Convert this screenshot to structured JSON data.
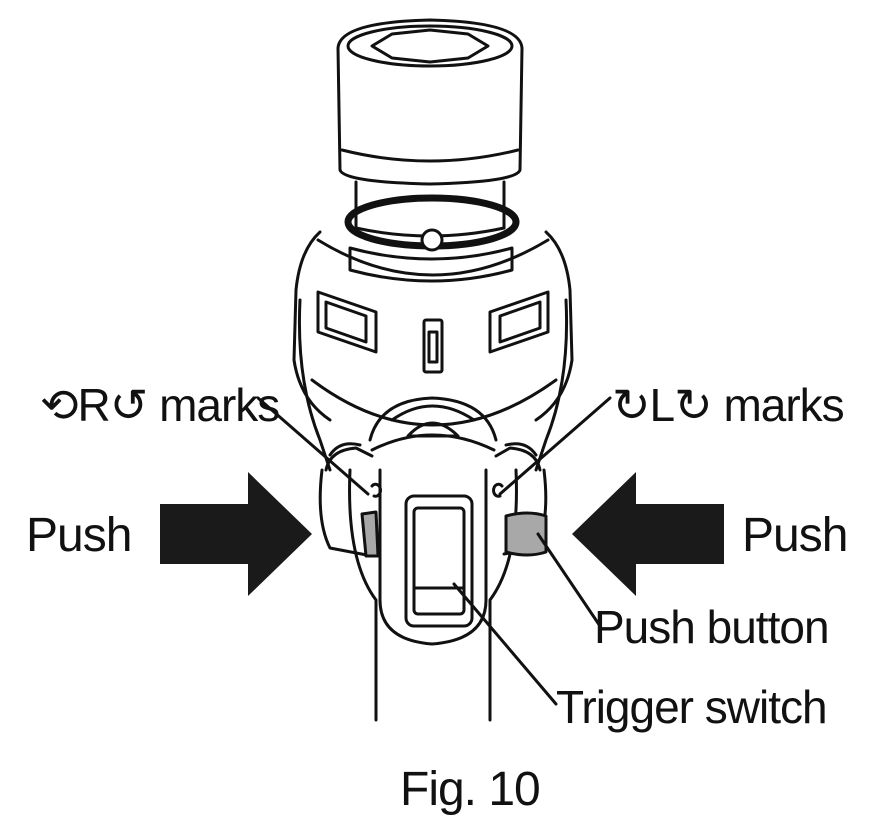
{
  "labels": {
    "r_marks": "⟲R↺ marks",
    "l_marks": "↻L↻ marks",
    "push_left": "Push",
    "push_right": "Push",
    "push_button": "Push button",
    "trigger_switch": "Trigger switch",
    "figure_caption": "Fig. 10"
  },
  "colors": {
    "ink": "#111111",
    "arrow": "#1a1a1a",
    "push_button_fill": "#a8a8a8",
    "background": "#ffffff"
  }
}
